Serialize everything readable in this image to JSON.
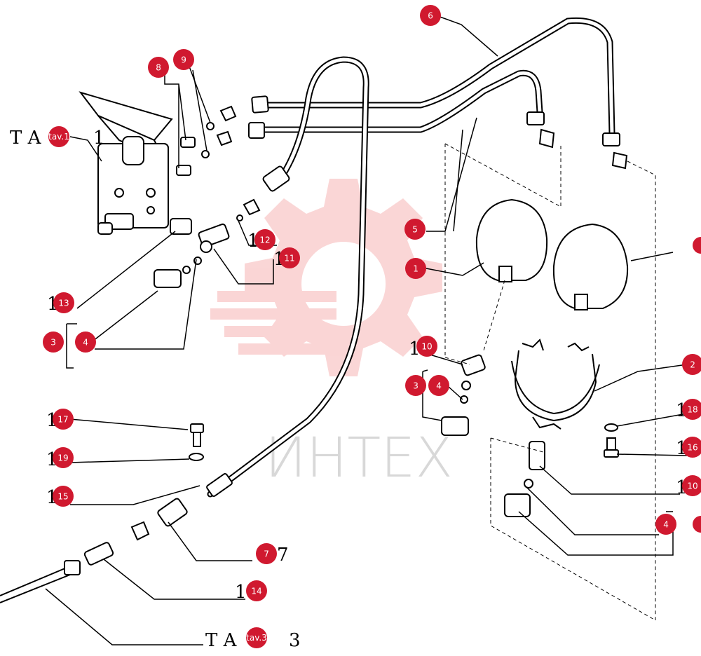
{
  "watermark": {
    "text": "ИНТЕХ",
    "color": "#f4b4b4"
  },
  "colors": {
    "badge": "#d0192f",
    "line": "#000000",
    "dashed": "#000000"
  },
  "badges": [
    {
      "id": "b6",
      "label": "6"
    },
    {
      "id": "b9",
      "label": "9"
    },
    {
      "id": "b8",
      "label": "8"
    },
    {
      "id": "btav1",
      "label": "tav.1"
    },
    {
      "id": "b5",
      "label": "5"
    },
    {
      "id": "b12",
      "label": "12"
    },
    {
      "id": "b11",
      "label": "11"
    },
    {
      "id": "b1",
      "label": "1"
    },
    {
      "id": "b13",
      "label": "13"
    },
    {
      "id": "b3a",
      "label": "3"
    },
    {
      "id": "b4a",
      "label": "4"
    },
    {
      "id": "b10a",
      "label": "10"
    },
    {
      "id": "b3b",
      "label": "3"
    },
    {
      "id": "b4b",
      "label": "4"
    },
    {
      "id": "b2",
      "label": "2"
    },
    {
      "id": "b17",
      "label": "17"
    },
    {
      "id": "b18",
      "label": "18"
    },
    {
      "id": "b16",
      "label": "16"
    },
    {
      "id": "b19",
      "label": "19"
    },
    {
      "id": "b10b",
      "label": "10"
    },
    {
      "id": "b15",
      "label": "15"
    },
    {
      "id": "b4c",
      "label": "4"
    },
    {
      "id": "b7",
      "label": "7"
    },
    {
      "id": "b14",
      "label": "14"
    },
    {
      "id": "btav3",
      "label": "tav.3"
    }
  ],
  "texts": {
    "tav1_ref": "T  A",
    "tav1_num": "1",
    "tav3_ref": "T  A",
    "tav3_num": "3",
    "n7": "7",
    "n1_12": "1",
    "n1_11": "1",
    "n1_13": "1",
    "n1_10a": "1",
    "n1_17": "1",
    "n1_19": "1",
    "n1_15": "1",
    "n1_14": "1",
    "n1_18": "1",
    "n1_16": "1",
    "n1_10b": "1"
  }
}
